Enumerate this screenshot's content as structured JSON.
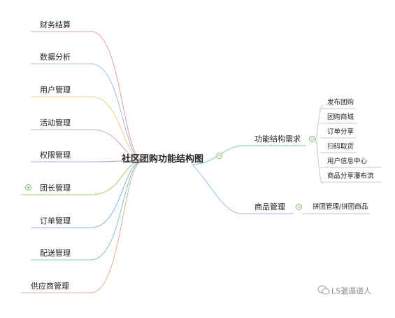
{
  "center": {
    "label": "社区团购功能结构图"
  },
  "left_branches": [
    {
      "label": "财务结算",
      "color": "#e9a3a3",
      "collapsed": false
    },
    {
      "label": "数据分析",
      "color": "#9ec5e8",
      "collapsed": false
    },
    {
      "label": "用户管理",
      "color": "#f2d27a",
      "collapsed": false
    },
    {
      "label": "活动管理",
      "color": "#d7a1d7",
      "collapsed": false
    },
    {
      "label": "权限管理",
      "color": "#b9a4d6",
      "collapsed": false
    },
    {
      "label": "团长管理",
      "color": "#a8cf7a",
      "collapsed": true
    },
    {
      "label": "订单管理",
      "color": "#8fb8e0",
      "collapsed": false
    },
    {
      "label": "配送管理",
      "color": "#7fcfc4",
      "collapsed": false
    },
    {
      "label": "供应商管理",
      "color": "#e7b49a",
      "collapsed": false
    }
  ],
  "right_branches": [
    {
      "label": "功能结构需求",
      "color": "#8fd3c9",
      "children": [
        "发布团购",
        "团购商城",
        "订单分享",
        "扫码取货",
        "用户信息中心",
        "商品分享瀑布流"
      ]
    },
    {
      "label": "商品管理",
      "color": "#a9c8ef",
      "children": [
        "拼团管理/拼团商品"
      ]
    }
  ],
  "watermark": {
    "text": "LS邋遢道人"
  }
}
